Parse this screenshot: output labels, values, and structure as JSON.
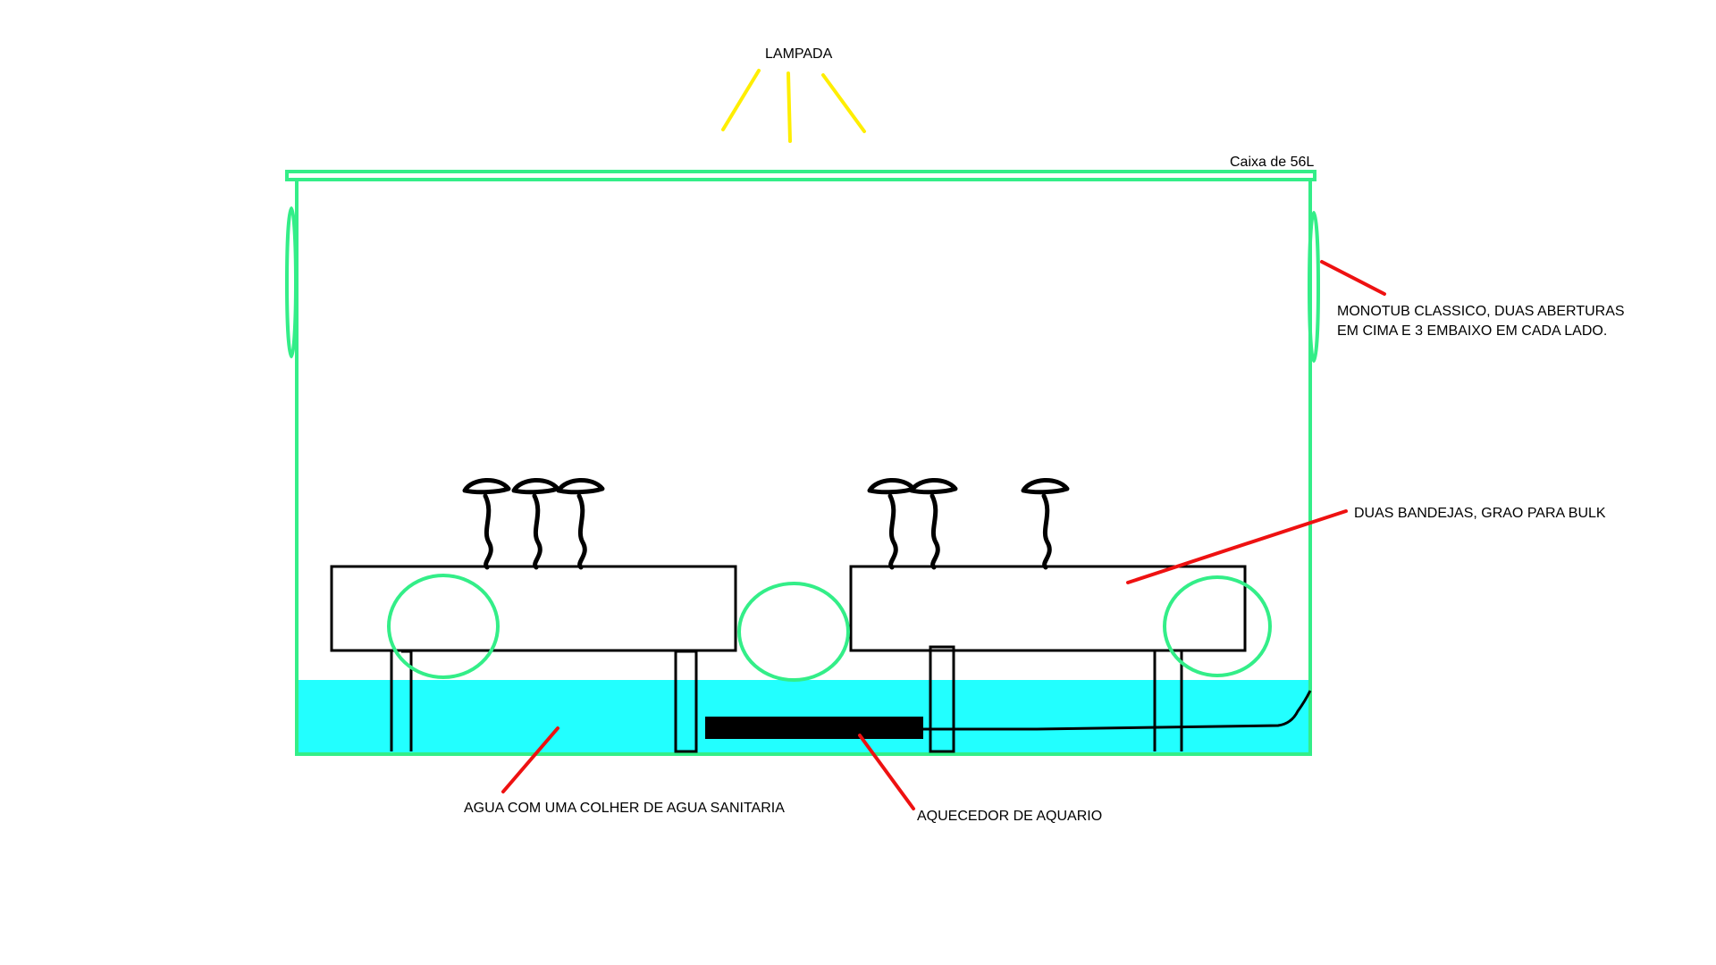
{
  "labels": {
    "lamp": "LAMPADA",
    "box": "Caixa de 56L",
    "monotub_line1": "MONOTUB CLASSICO, DUAS ABERTURAS",
    "monotub_line2": "EM CIMA E 3 EMBAIXO EM CADA LADO.",
    "trays": "DUAS BANDEJAS, GRAO PARA BULK",
    "water": "AGUA COM UMA COLHER DE AGUA SANITARIA",
    "heater": "AQUECEDOR DE AQUARIO"
  },
  "colors": {
    "box_outline": "#33ee88",
    "water": "#22ffff",
    "lamp_rays": "#ffee00",
    "pointer": "#ee1111",
    "drawing": "#000000"
  },
  "icons": {
    "mushroom": "mushroom-icon"
  }
}
